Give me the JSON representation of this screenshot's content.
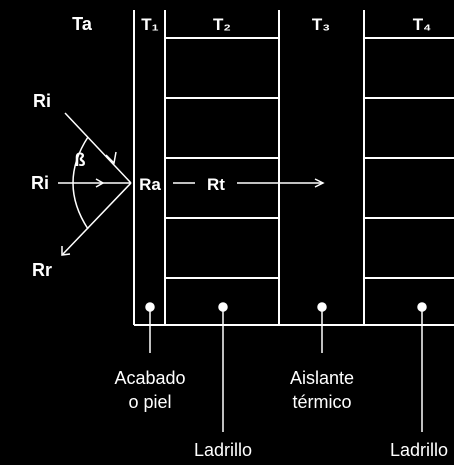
{
  "header": {
    "ta": "Ta",
    "t1": "T₁",
    "t2": "T₂",
    "t3": "T₃",
    "t4": "T₄"
  },
  "rays": {
    "incident_top": "Ri",
    "incident_mid": "Ri",
    "reflected": "Rr",
    "angle": "ß"
  },
  "flow": {
    "ra": "Ra",
    "rt": "Rt"
  },
  "callouts": {
    "finish": [
      "Acabado",
      "o piel"
    ],
    "brick_left": "Ladrillo",
    "insulation": [
      "Aislante",
      "térmico"
    ],
    "brick_right": "Ladrillo"
  },
  "colors": {
    "background": "#000000",
    "line": "#ffffff"
  }
}
